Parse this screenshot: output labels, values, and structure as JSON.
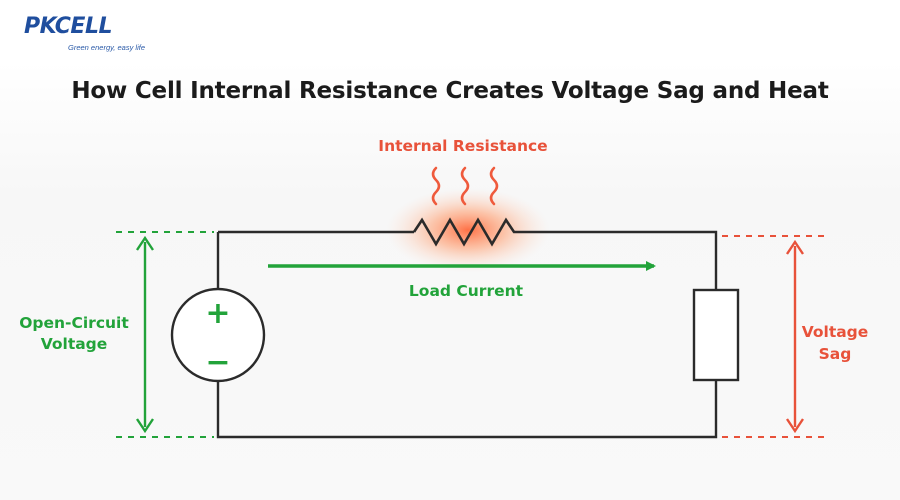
{
  "brand": {
    "name": "PKCELL",
    "tagline": "Green energy, easy life"
  },
  "title": "How Cell Internal Resistance Creates Voltage Sag and Heat",
  "labels": {
    "internal_resistance": "Internal Resistance",
    "load_current": "Load Current",
    "open_circuit_line1": "Open-Circuit",
    "open_circuit_line2": "Voltage",
    "voltage_sag_line1": "Voltage",
    "voltage_sag_line2": "Sag",
    "plus_sign": "+",
    "minus_sign": "−"
  },
  "colors": {
    "green": "#22a33a",
    "red": "#e8523a",
    "wire": "#2b2b2b",
    "brand_blue": "#1f4e9e"
  }
}
